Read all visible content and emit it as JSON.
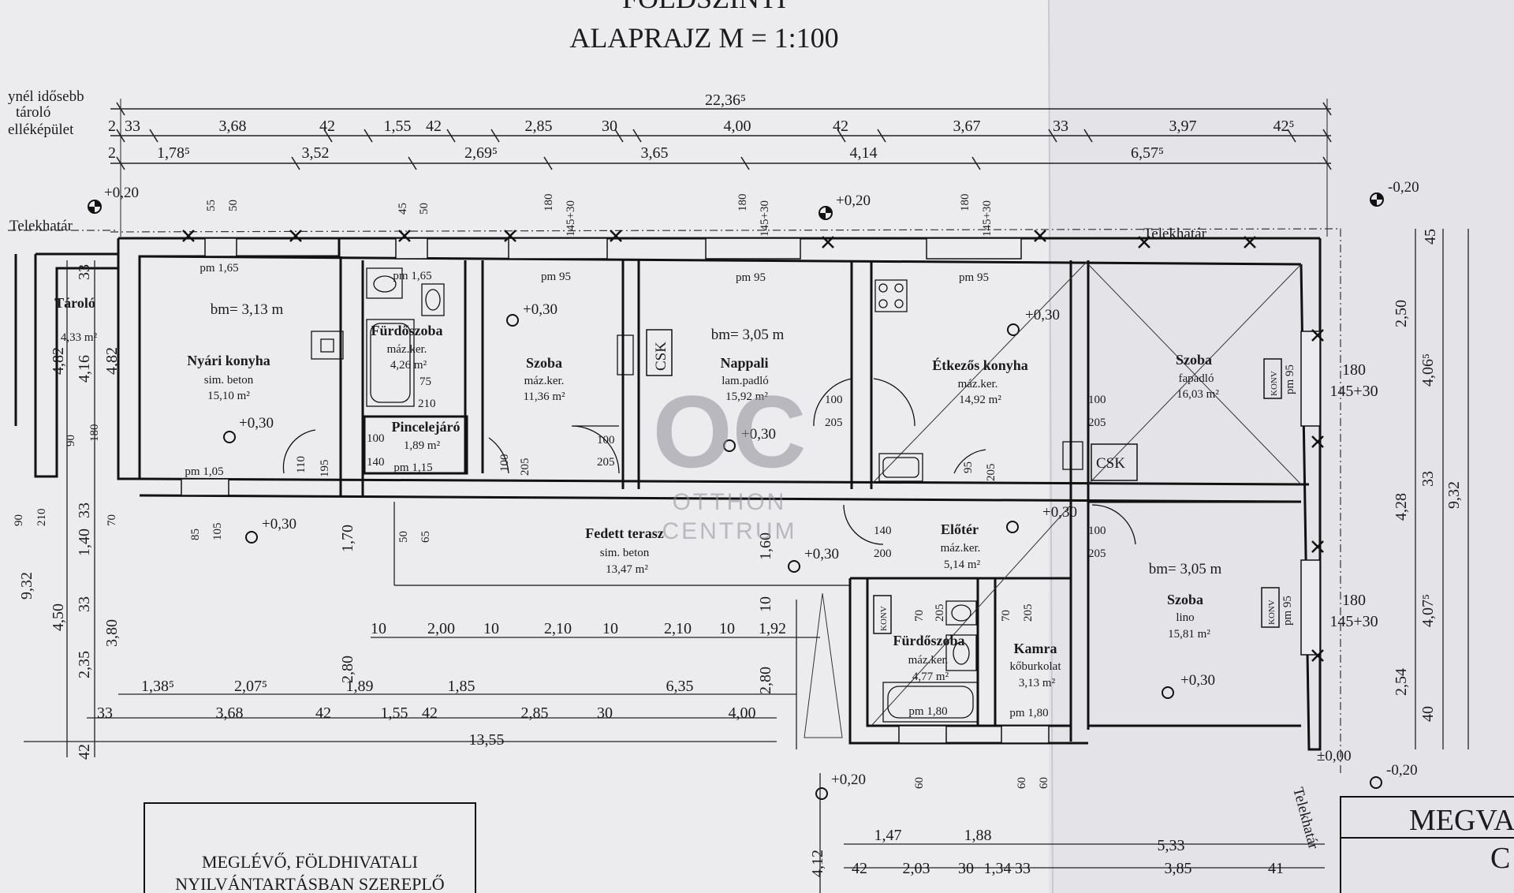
{
  "title": {
    "line1": "FÖLDSZINTI",
    "line2": "ALAPRAJZ M = 1:100"
  },
  "left_note": [
    "ynél idősebb",
    "tároló",
    "elléképület"
  ],
  "telek": [
    "Telekhatár",
    "Telekhatár",
    "Telekhatár"
  ],
  "levels": [
    "+0,20",
    "+0,20",
    "-0,20",
    "+0,30",
    "+0,30",
    "+0,30",
    "+0,30",
    "+0,30",
    "+0,30",
    "+0,30",
    "+0,30",
    "+0,20",
    "±0,00",
    "-0,20"
  ],
  "dims_top": {
    "total": "22,36⁵",
    "row1": [
      "2",
      "33",
      "3,68",
      "42",
      "1,55",
      "42",
      "2,85",
      "30",
      "4,00",
      "42",
      "3,67",
      "33",
      "3,97",
      "42⁵"
    ],
    "row2": [
      "2",
      "1,78⁵",
      "3,52",
      "2,69⁵",
      "3,65",
      "4,14",
      "6,57⁵"
    ]
  },
  "openings": [
    "55",
    "50",
    "45",
    "50",
    "180",
    "145+30",
    "180",
    "145+30",
    "180",
    "145+30",
    "45",
    "180",
    "145+30",
    "180",
    "145+30"
  ],
  "rooms": [
    {
      "name": "Tároló",
      "detail": "4,33 m²"
    },
    {
      "name": "Nyári konyha",
      "detail": "sim. beton",
      "area": "15,10 m²",
      "height": "bm= 3,13 m",
      "parapet": "pm 1,65",
      "parapet2": "pm 1,05"
    },
    {
      "name": "Fürdőszoba",
      "detail": "máz.ker.",
      "area": "4,26 m²",
      "parapet": "pm 1,65"
    },
    {
      "name": "Pincelejáró",
      "area": "1,89 m²",
      "parapet": "pm 1,15"
    },
    {
      "name": "Szoba",
      "detail": "máz.ker.",
      "area": "11,36 m²",
      "parapet": "pm 95"
    },
    {
      "name": "Nappali",
      "detail": "lam.padló",
      "area": "15,92 m²",
      "height": "bm= 3,05 m",
      "parapet": "pm 95"
    },
    {
      "name": "Étkezős konyha",
      "detail": "máz.ker.",
      "area": "14,92 m²",
      "parapet": "pm 95"
    },
    {
      "name": "Szoba",
      "detail": "fapadló",
      "area": "16,03 m²"
    },
    {
      "name": "Fedett terasz",
      "detail": "sim. beton",
      "area": "13,47 m²"
    },
    {
      "name": "Előtér",
      "detail": "máz.ker.",
      "area": "5,14 m²"
    },
    {
      "name": "Fürdőszoba",
      "detail": "máz.ker.",
      "area": "4,77 m²",
      "parapet": "pm 1,80"
    },
    {
      "name": "Kamra",
      "detail": "kőburkolat",
      "area": "3,13 m²",
      "parapet": "pm 1,80"
    },
    {
      "name": "Szoba",
      "detail": "lino",
      "area": "15,81 m²",
      "height": "bm= 3,05 m"
    }
  ],
  "symbols": [
    "CSK",
    "CSK",
    "KONV",
    "KONV",
    "KONV"
  ],
  "pm_side": [
    "pm 95",
    "pm 95"
  ],
  "door_labels": [
    "75",
    "210",
    "100",
    "140",
    "110",
    "195",
    "100",
    "205",
    "100",
    "205",
    "100",
    "205",
    "100",
    "205",
    "95",
    "205",
    "100",
    "205",
    "140",
    "200",
    "70",
    "205",
    "70",
    "205",
    "90",
    "180",
    "90",
    "210",
    "70",
    "85",
    "105",
    "50",
    "65",
    "60",
    "60",
    "60"
  ],
  "dims_mid": [
    "10",
    "2,00",
    "10",
    "2,10",
    "10",
    "2,10",
    "10",
    "1,92",
    "1,70",
    "1,60",
    "10"
  ],
  "dims_bottom": {
    "row1": [
      "1,38⁵",
      "2,07⁵",
      "1,89",
      "1,85",
      "6,35",
      "2,80"
    ],
    "row2": [
      "33",
      "3,68",
      "42",
      "1,55",
      "42",
      "2,85",
      "30",
      "4,00"
    ],
    "total": "13,55",
    "row3": [
      "1,47",
      "1,88",
      "5,33"
    ],
    "row4": [
      "42",
      "2,03",
      "30",
      "1,34",
      "33",
      "3,85",
      "41"
    ]
  },
  "dims_left": [
    "33",
    "4,82",
    "4,16",
    "4,82",
    "9,32",
    "4,50",
    "2,35",
    "3,80",
    "1,40",
    "33",
    "33",
    "42",
    "2,80"
  ],
  "dims_right": [
    "45",
    "2,50",
    "4,06⁵",
    "4,28",
    "33",
    "9,32",
    "4,07⁵",
    "2,54",
    "40",
    "180",
    "145+30",
    "180",
    "145+30"
  ],
  "side_dim": "4,12",
  "watermark": {
    "logo": "OC",
    "line1": "OTTHON",
    "line2": "CENTRUM"
  },
  "legend": {
    "line1": "MEGLÉVŐ, FÖLDHIVATALI",
    "line2": "NYILVÁNTARTÁSBAN SZEREPLŐ"
  },
  "stamp": {
    "line1": "MEGVA",
    "line2": "C"
  }
}
